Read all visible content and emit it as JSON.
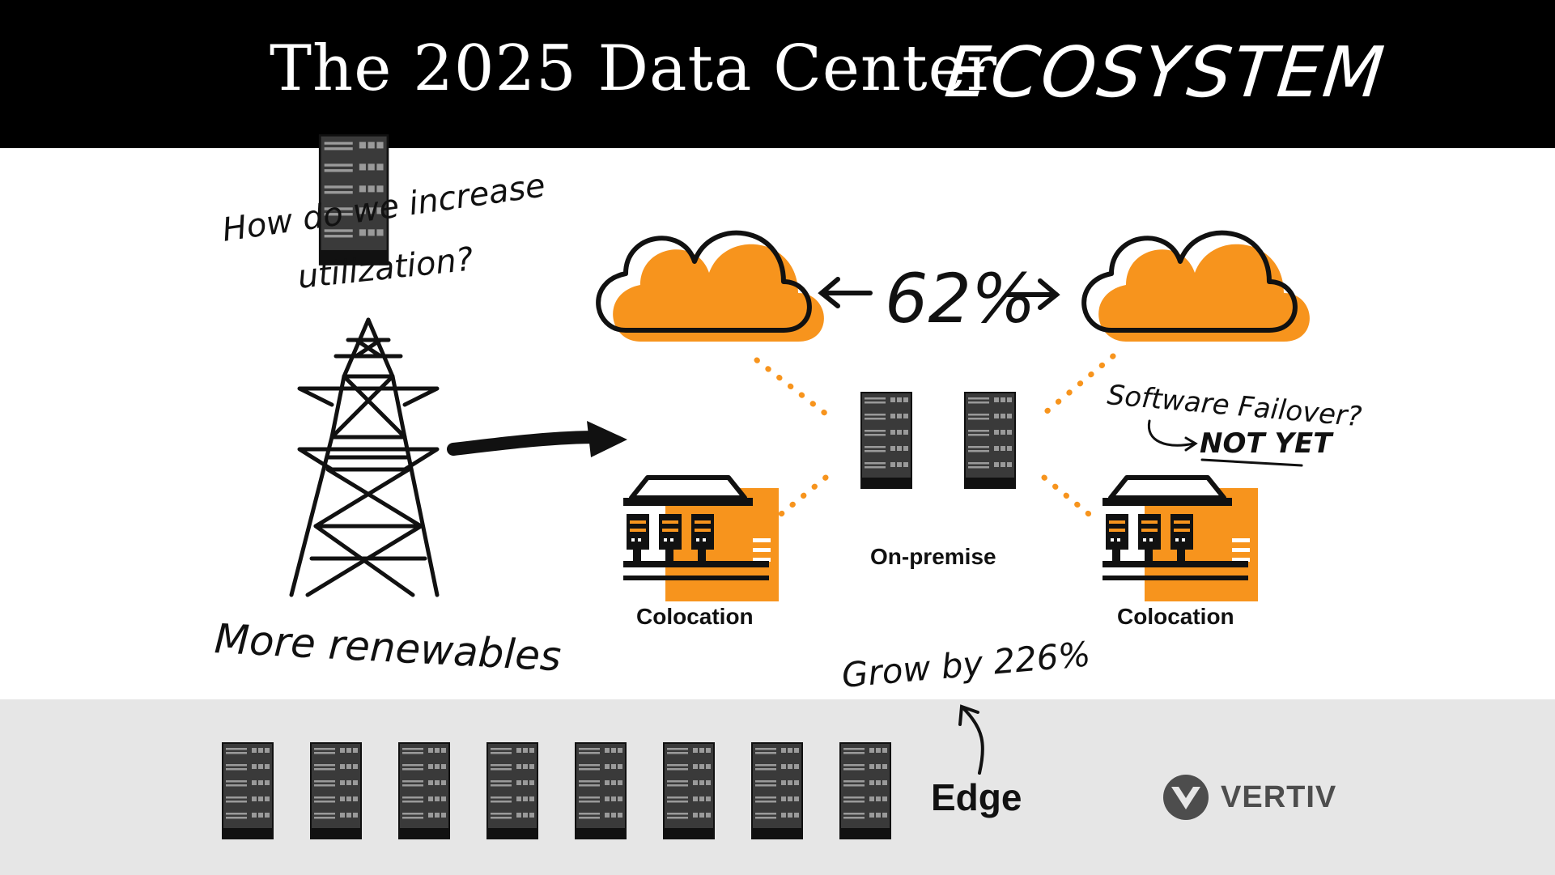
{
  "header": {
    "title_main": "The 2025 Data Center",
    "title_accent": "ECOSYSTEM"
  },
  "left": {
    "question_line1": "How do we increase",
    "question_line2": "utilization?",
    "renewables": "More renewables",
    "icon": "power-pylon-icon"
  },
  "cloud": {
    "percent": "62%"
  },
  "failover": {
    "question": "Software Failover?",
    "answer": "NOT YET"
  },
  "nodes": {
    "colocation_left": "Colocation",
    "onpremise": "On-premise",
    "colocation_right": "Colocation"
  },
  "edge": {
    "growth": "Grow by 226%",
    "label": "Edge",
    "server_count_icon": "server-rack-icon"
  },
  "brand": {
    "name": "VERTIV",
    "mark": "."
  },
  "colors": {
    "accent": "#f7941d",
    "dark": "#111111",
    "band": "#e6e6e6",
    "header": "#000000"
  }
}
